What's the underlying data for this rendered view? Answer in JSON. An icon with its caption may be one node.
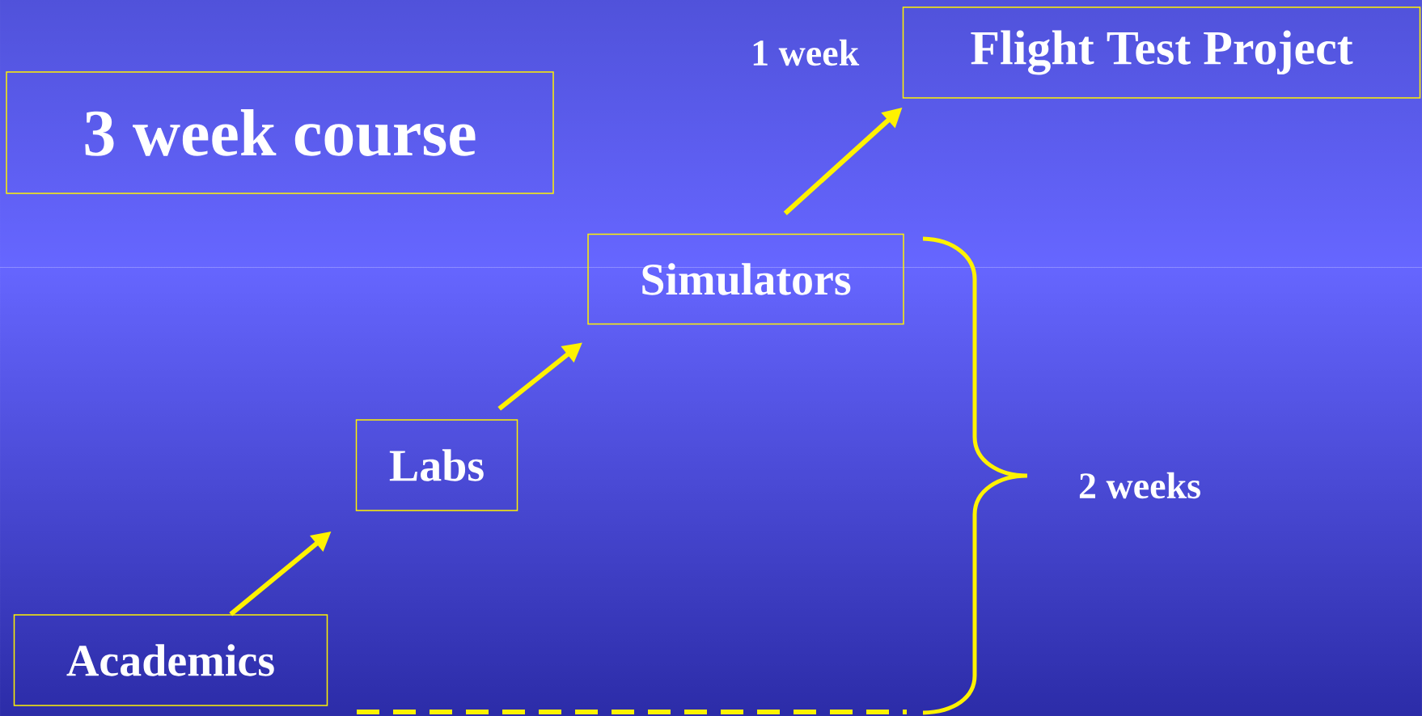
{
  "diagram": {
    "nodes": [
      {
        "text": [
          "3 week course"
        ]
      },
      {
        "text": [
          "Flight Test Project"
        ],
        "beside": [
          "1 week"
        ]
      },
      {
        "text": [
          "Simulators"
        ]
      },
      {
        "text": [
          "Labs"
        ]
      },
      {
        "text": [
          "Academics"
        ]
      }
    ],
    "edges": [
      {
        "from": 4,
        "to": 3,
        "arrow": "to"
      },
      {
        "from": 3,
        "to": 2,
        "arrow": "to"
      },
      {
        "from": 2,
        "to": 1,
        "arrow": "to"
      }
    ],
    "labels": [
      "2 weeks"
    ]
  }
}
